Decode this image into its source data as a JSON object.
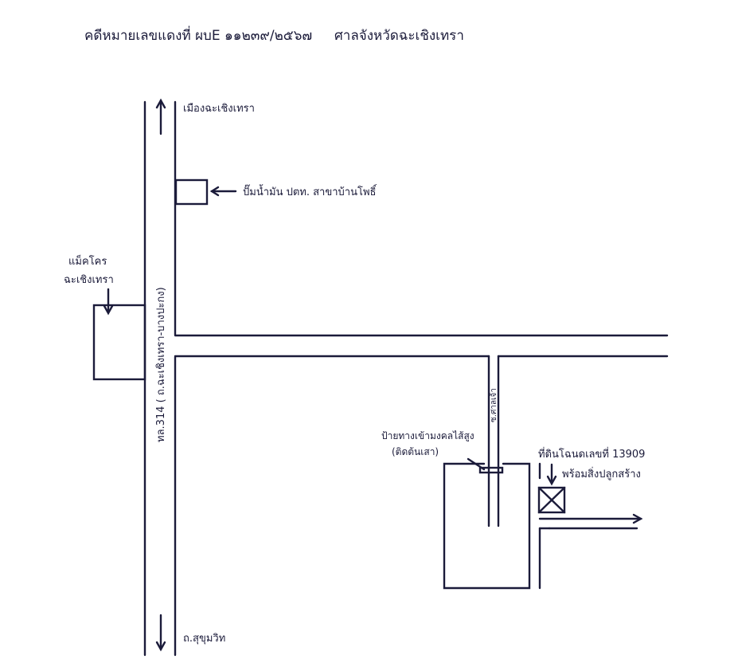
{
  "header": {
    "case_text": "คดีหมายเลขแดงที่ ผบE ๑๑๒๓๙/๒๕๖๗",
    "court_text": "ศาลจังหวัดฉะเชิงเทรา"
  },
  "labels": {
    "north_destination": "เมืองฉะเชิงเทรา",
    "south_destination": "ถ.สุขุมวิท",
    "gas_station": "ปั๊มน้ำมัน ปตท. สาขาบ้านโพธิ์",
    "makro_line1": "แม็คโคร",
    "makro_line2": "ฉะเชิงเทรา",
    "highway": "ทล.314 ( ถ.ฉะเชิงเทรา-บางปะกง)",
    "side_road": "ซ.ศาลเจ้า",
    "shrine_line1": "ป้ายทางเข้ามงคลไส้สูง",
    "shrine_line2": "(ติดต้นเสา)",
    "property_line1": "ที่ดินโฉนดเลขที่ 13909",
    "property_line2": "พร้อมสิ่งปลูกสร้าง"
  },
  "colors": {
    "ink": "#1b1b3a",
    "paper": "#ffffff"
  }
}
